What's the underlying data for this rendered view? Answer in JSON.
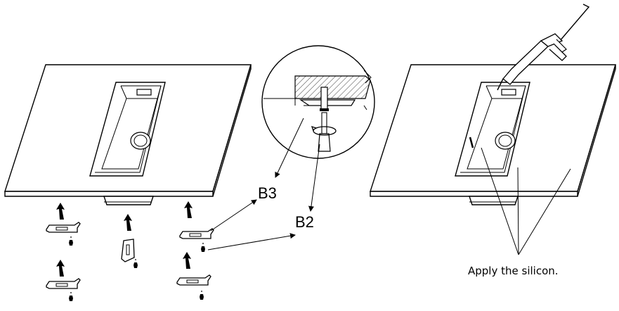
{
  "labels": {
    "b3": "B3",
    "b2": "B2",
    "note": "Apply the silicon."
  },
  "colors": {
    "line": "#000000",
    "background": "#ffffff"
  }
}
